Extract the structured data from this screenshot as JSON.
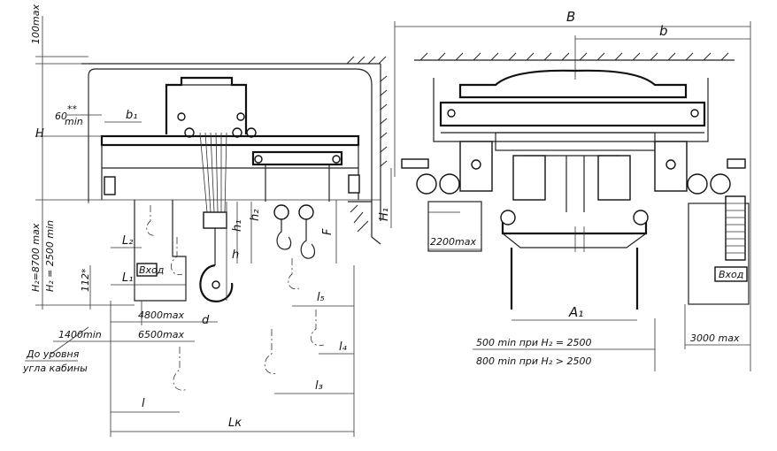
{
  "left_view": {
    "dim_top_vertical": "100max",
    "dim_60": "60",
    "dim_60_sub": "min",
    "dim_60_sup": "**",
    "dim_b1": "b₁",
    "dim_H": "H",
    "dim_H2_max": "H₂=8700 max",
    "dim_H2_min": "H₂ = 2500 min",
    "dim_112": "112*",
    "dim_L2": "L₂",
    "dim_L1": "L₁",
    "dim_h2": "h₂",
    "dim_h1": "h₁",
    "dim_h": "h",
    "dim_F": "F",
    "dim_H1": "H₁",
    "dim_4800": "4800max",
    "dim_6500": "6500max",
    "dim_1400": "1400min",
    "dim_d": "d",
    "dim_l5": "l₅",
    "dim_l4": "l₄",
    "dim_l3": "l₃",
    "dim_l": "l",
    "dim_Lk": "Lк",
    "cabin_label": "Вход",
    "note_line1": "До уровня",
    "note_line2": "угла кабины"
  },
  "right_view": {
    "dim_B": "B",
    "dim_b": "b",
    "dim_2200": "2200max",
    "dim_A1": "A₁",
    "note_500": "500 min при H₂ = 2500",
    "note_800": "800 min при H₂ > 2500",
    "dim_3000": "3000 max",
    "cabin_label": "Вход"
  }
}
